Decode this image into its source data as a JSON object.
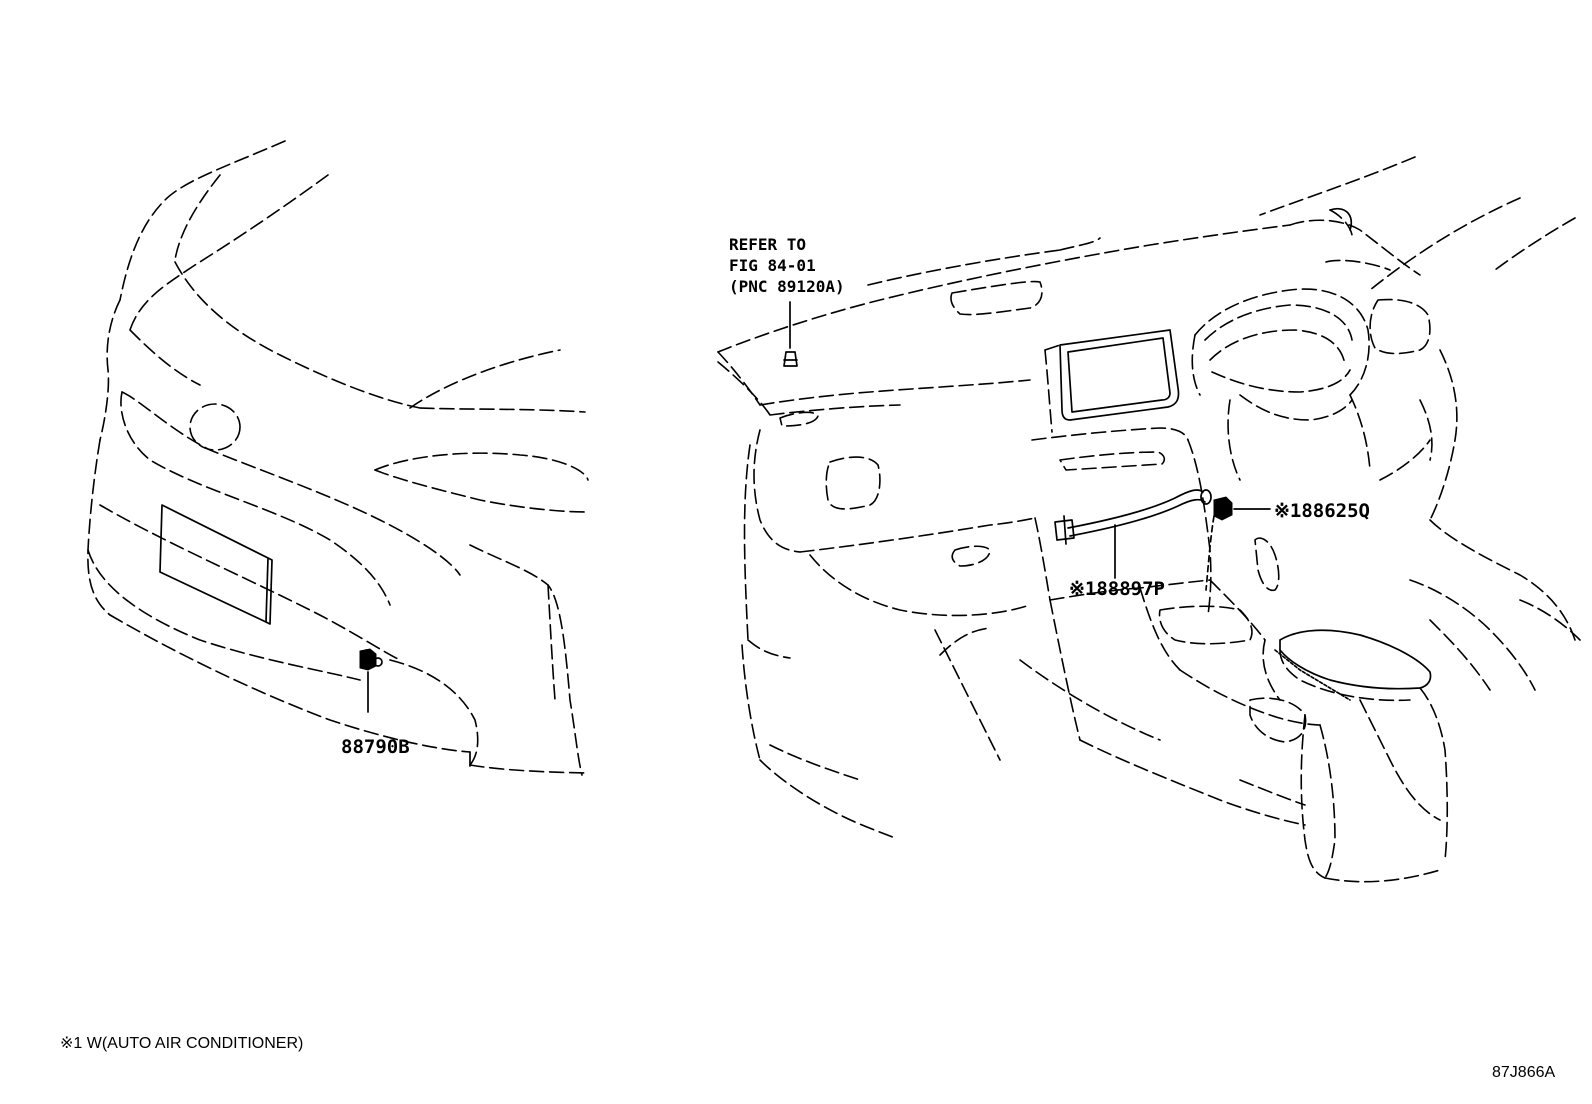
{
  "labels": {
    "part_88790b": "88790B",
    "part_88897p": "※188897P",
    "part_88625q": "※188625Q",
    "refer_line1": "REFER TO",
    "refer_line2": "FIG 84-01",
    "refer_line3": "(PNC 89120A)"
  },
  "footnote": "※1 W(AUTO AIR CONDITIONER)",
  "illustration_code": "87J866A"
}
